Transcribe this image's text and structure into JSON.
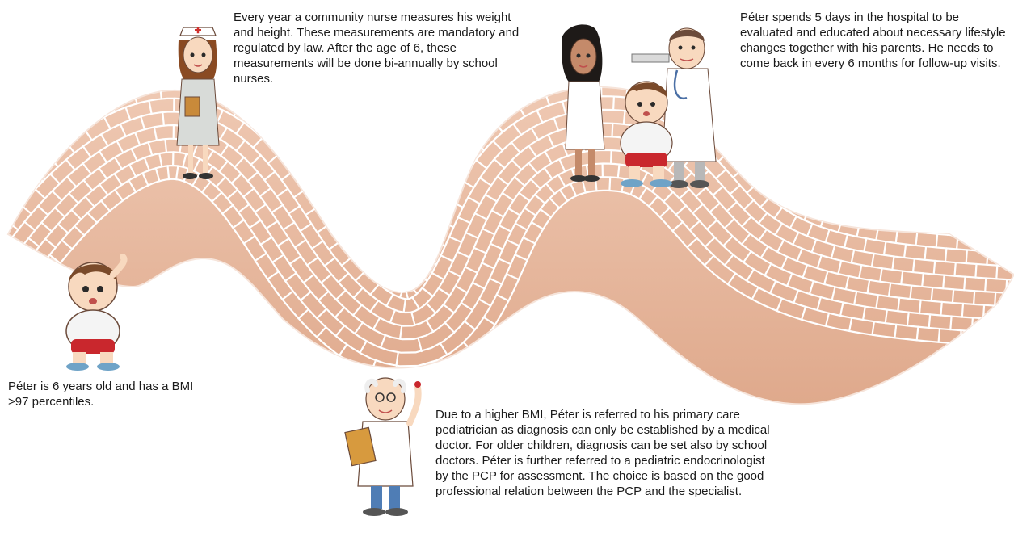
{
  "captions": {
    "peter_start": "Péter is 6 years old and has a BMI >97 percentiles.",
    "community_nurse": "Every year a community nurse measures his weight and height. These measurements are mandatory and regulated by law. After the age of 6, these measurements will be done bi-annually by school nurses.",
    "pediatrician": "Due to a higher BMI, Péter is referred to his primary care pediatrician as diagnosis can only be established by a medical doctor. For older children, diagnosis can be set also by school doctors. Péter is further referred to a pediatric endocrinologist by the PCP for assessment. The choice is based on the good professional relation between the PCP and the specialist.",
    "hospital": "Péter spends 5 days in the hospital to be evaluated and educated about necessary lifestyle changes together with his parents. He needs to come back in every 6 months for follow-up visits."
  },
  "figures": [
    {
      "key": "peter",
      "icon": "child-figure-icon"
    },
    {
      "key": "nurse",
      "icon": "nurse-figure-icon"
    },
    {
      "key": "doctor",
      "icon": "doctor-figure-icon"
    },
    {
      "key": "hospital_team",
      "icon": "hospital-team-figure-icon"
    }
  ],
  "colors": {
    "road_fill": "#e8b9a0",
    "road_outline": "#f6e4da",
    "mortar": "#ffffff",
    "text": "#1a1a1a"
  }
}
